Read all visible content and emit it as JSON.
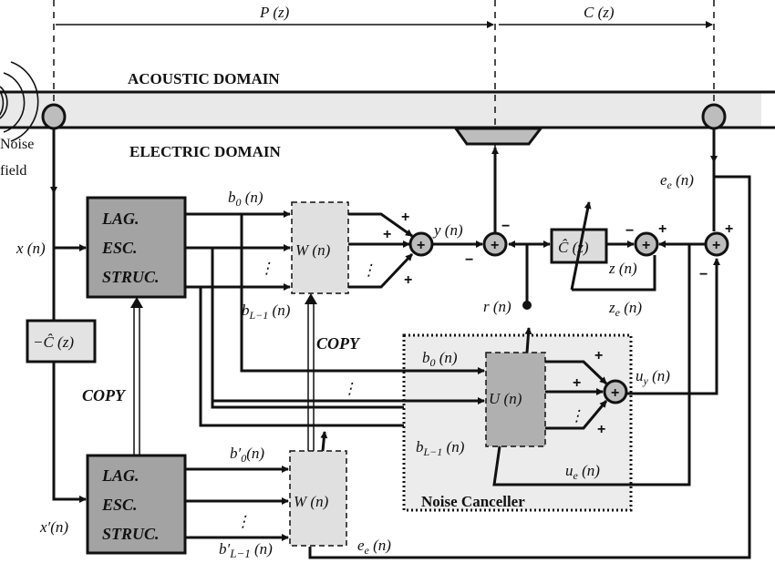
{
  "domains": {
    "acoustic": "ACOUSTIC DOMAIN",
    "electric": "ELECTRIC DOMAIN"
  },
  "paths": {
    "primary": "P (z)",
    "secondary": "C (z)"
  },
  "noise_field": [
    "Noise",
    "field"
  ],
  "blocks": {
    "lag_upper": [
      "LAG.",
      "ESC.",
      "STRUC."
    ],
    "lag_lower": [
      "LAG.",
      "ESC.",
      "STRUC."
    ],
    "w_upper": "W (n)",
    "w_lower": "W (n)",
    "u": "U (n)",
    "c_hat_neg": "−Ĉ (z)",
    "c_hat": "Ĉ (z)",
    "noise_canceller": "Noise Canceller"
  },
  "copy_labels": [
    "COPY",
    "COPY"
  ],
  "signals": {
    "x": {
      "base": "x",
      "sub": "",
      "arg": " (n)"
    },
    "x_prime": {
      "base": "x′",
      "sub": "",
      "arg": "(n)"
    },
    "b0_upper": {
      "base": "b",
      "sub": "0",
      "arg": " (n)"
    },
    "bL_upper": {
      "base": "b",
      "sub": "L−1",
      "arg": " (n)"
    },
    "b0_nc": {
      "base": "b",
      "sub": "0",
      "arg": " (n)"
    },
    "bL_nc": {
      "base": "b",
      "sub": "L−1",
      "arg": " (n)"
    },
    "b0_prime": {
      "base": "b′",
      "sub": "0",
      "arg": "(n)"
    },
    "bL_prime": {
      "base": "b′",
      "sub": "L−1",
      "arg": " (n)"
    },
    "y": {
      "base": "y",
      "sub": "",
      "arg": " (n)"
    },
    "r": {
      "base": "r",
      "sub": "",
      "arg": " (n)"
    },
    "z": {
      "base": "z",
      "sub": "",
      "arg": " (n)"
    },
    "ze": {
      "base": "z",
      "sub": "e",
      "arg": " (n)"
    },
    "ee_top": {
      "base": "e",
      "sub": "e",
      "arg": " (n)"
    },
    "ee_bottom": {
      "base": "e",
      "sub": "e",
      "arg": " (n)"
    },
    "uy": {
      "base": "u",
      "sub": "y",
      "arg": " (n)"
    },
    "ue": {
      "base": "u",
      "sub": "e",
      "arg": " (n)"
    }
  },
  "signs": {
    "plus": "+",
    "minus": "−",
    "sum": "+",
    "vdots": "⋮"
  }
}
